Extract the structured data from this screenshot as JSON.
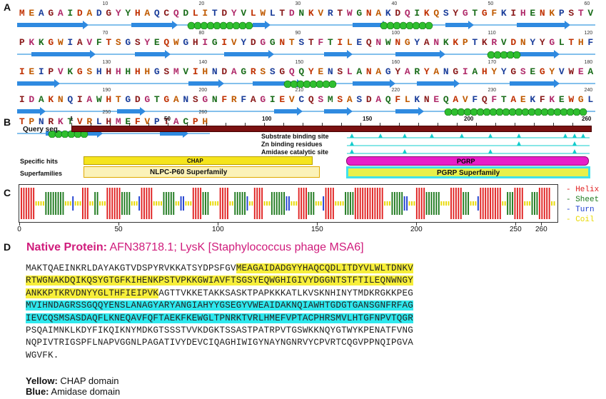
{
  "panels": {
    "a": "A",
    "b": "B",
    "c": "C",
    "d": "D"
  },
  "panel_a": {
    "lines": [
      {
        "seq": "MEAGAIDADGYYHAQCQDLITDYVLWLTDNKVRTWGNAKDQIKQSYGTGFKIHENKPSTV",
        "start": 1
      },
      {
        "seq": "PKKGWIAVFTSGSYEQWGHIGIVYDGGNTSTFTILEQNWNGYANKKPTKRVDNYYGLTHF",
        "start": 61
      },
      {
        "seq": "IEIPVKGSHHHHHHGSMVIHNDAGRSSGQQYENSLANAGYARYANGIAHYYGSEGYVWEA",
        "start": 121
      },
      {
        "seq": "IDAKNQIAWHTGDGTGANSGNFRFAGIEVCQSMSASDAQFLKNEQAVFQFTAEKFKEWGL",
        "start": 181
      },
      {
        "seq": "TPNRKTVRLHMEFVPTACPH",
        "start": 241
      }
    ],
    "tick_labels": [
      "10",
      "20",
      "30",
      "40",
      "50",
      "60",
      "70",
      "80",
      "90",
      "100",
      "110",
      "120",
      "130",
      "140",
      "150",
      "160",
      "170",
      "180",
      "190",
      "200",
      "210",
      "220",
      "230",
      "240",
      "250",
      "260"
    ]
  },
  "panel_b": {
    "query_label": "Query seq.",
    "ticks": [
      "1",
      "50",
      "100",
      "150",
      "200",
      "260"
    ],
    "site_labels": [
      "Substrate binding site",
      "Zn binding residues",
      "Amidase catalytic site"
    ],
    "specific_hits_label": "Specific hits",
    "superfamilies_label": "Superfamilies",
    "chap_label": "CHAP",
    "pgrp_label": "PGRP",
    "nlpc_label": "NLPC-P60 Superfamily",
    "pgrp_sf_label": "PGRP Superfamily"
  },
  "panel_c": {
    "ticks": [
      "0",
      "50",
      "100",
      "150",
      "200",
      "250",
      "260"
    ],
    "legend": [
      "Helix",
      "Sheet",
      "Turn",
      "Coil"
    ],
    "colors": {
      "helix": "#e02020",
      "sheet": "#1f7a1f",
      "turn": "#1f3fd0",
      "coil": "#e8d800"
    }
  },
  "panel_d": {
    "title_bold": "Native Protein:",
    "title_rest": " AFN38718.1; LysK [Staphylococcus phage MSA6]",
    "lines": [
      [
        {
          "t": "MAKTQAEINKRLDAYAKGTVDSPYRVKKATSYDPSFGV",
          "h": ""
        },
        {
          "t": "MEAGAIDADGYYHAQCQDLITDYVLWLTDNKV",
          "h": "y"
        }
      ],
      [
        {
          "t": "RTWGNAKDQIKQSYGTGFKIHENKPSTVPKKGWIAVFTSGSYEQWGHIGIVYDGGNTSTFTILEQNWNGY",
          "h": "y"
        }
      ],
      [
        {
          "t": "ANKKPTKRVDNYYGLTHFIEIPVK",
          "h": "y"
        },
        {
          "t": "AGTTVKKETAKKSASKTPAPKKKATLKVSKNHINYTMDKRGKKPEG",
          "h": ""
        }
      ],
      [
        {
          "t": "MVIHNDAGRSSGQQYENSLANAGYARYANGIAHYYGSEGYVWEAIDAKNQIAWHTGDGTGANSGNFRFAG",
          "h": "c"
        }
      ],
      [
        {
          "t": "IEVCQSMSASDAQFLKNEQAVFQFTAEKFKEWGLTPNRKTVRLHMEFVPTACPHRSMVLHTGFNPVTQGR",
          "h": "c"
        }
      ],
      [
        {
          "t": "PSQAIMNKLKDYFIKQIKNYMDKGTSSSTVVKDGKTSSASTPATRPVTGSWKKNQYGTWYKPENATFVNG",
          "h": ""
        }
      ],
      [
        {
          "t": "NQPIVTRIGSPFLNAPVGGNLPAGATIVYDEVCIQAGHIWIGYNAYNGNRVYCPVRTCQGVPPNQIPGVA",
          "h": ""
        }
      ],
      [
        {
          "t": "WGVFK.",
          "h": ""
        }
      ]
    ],
    "legend_yellow_key": "Yellow:",
    "legend_yellow_val": " CHAP domain",
    "legend_blue_key": "Blue:",
    "legend_blue_val": " Amidase domain"
  }
}
